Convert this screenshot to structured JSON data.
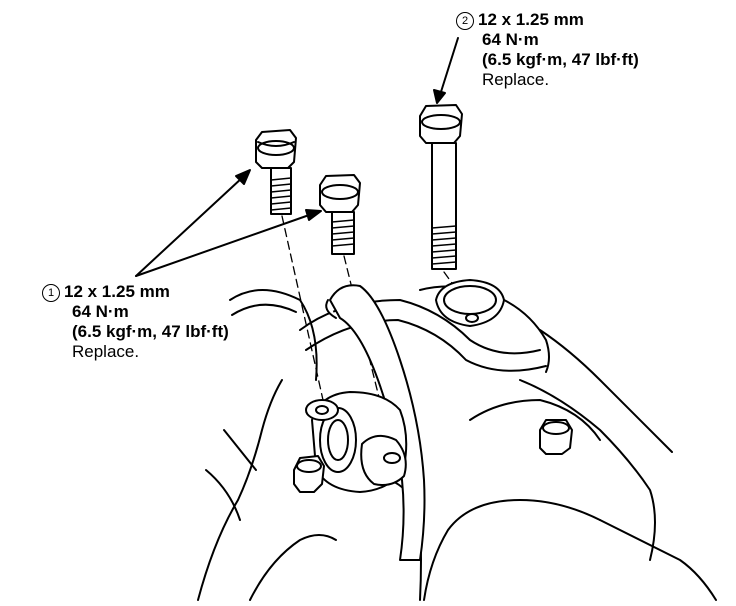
{
  "callouts": [
    {
      "marker": "1",
      "size": "12 x 1.25 mm",
      "torque": "64 N·m",
      "torque_alt": "(6.5 kgf·m, 47 lbf·ft)",
      "note": "Replace."
    },
    {
      "marker": "2",
      "size": "12 x 1.25 mm",
      "torque": "64 N·m",
      "torque_alt": "(6.5 kgf·m, 47 lbf·ft)",
      "note": "Replace."
    }
  ],
  "colors": {
    "ink": "#000000",
    "paper": "#ffffff"
  }
}
